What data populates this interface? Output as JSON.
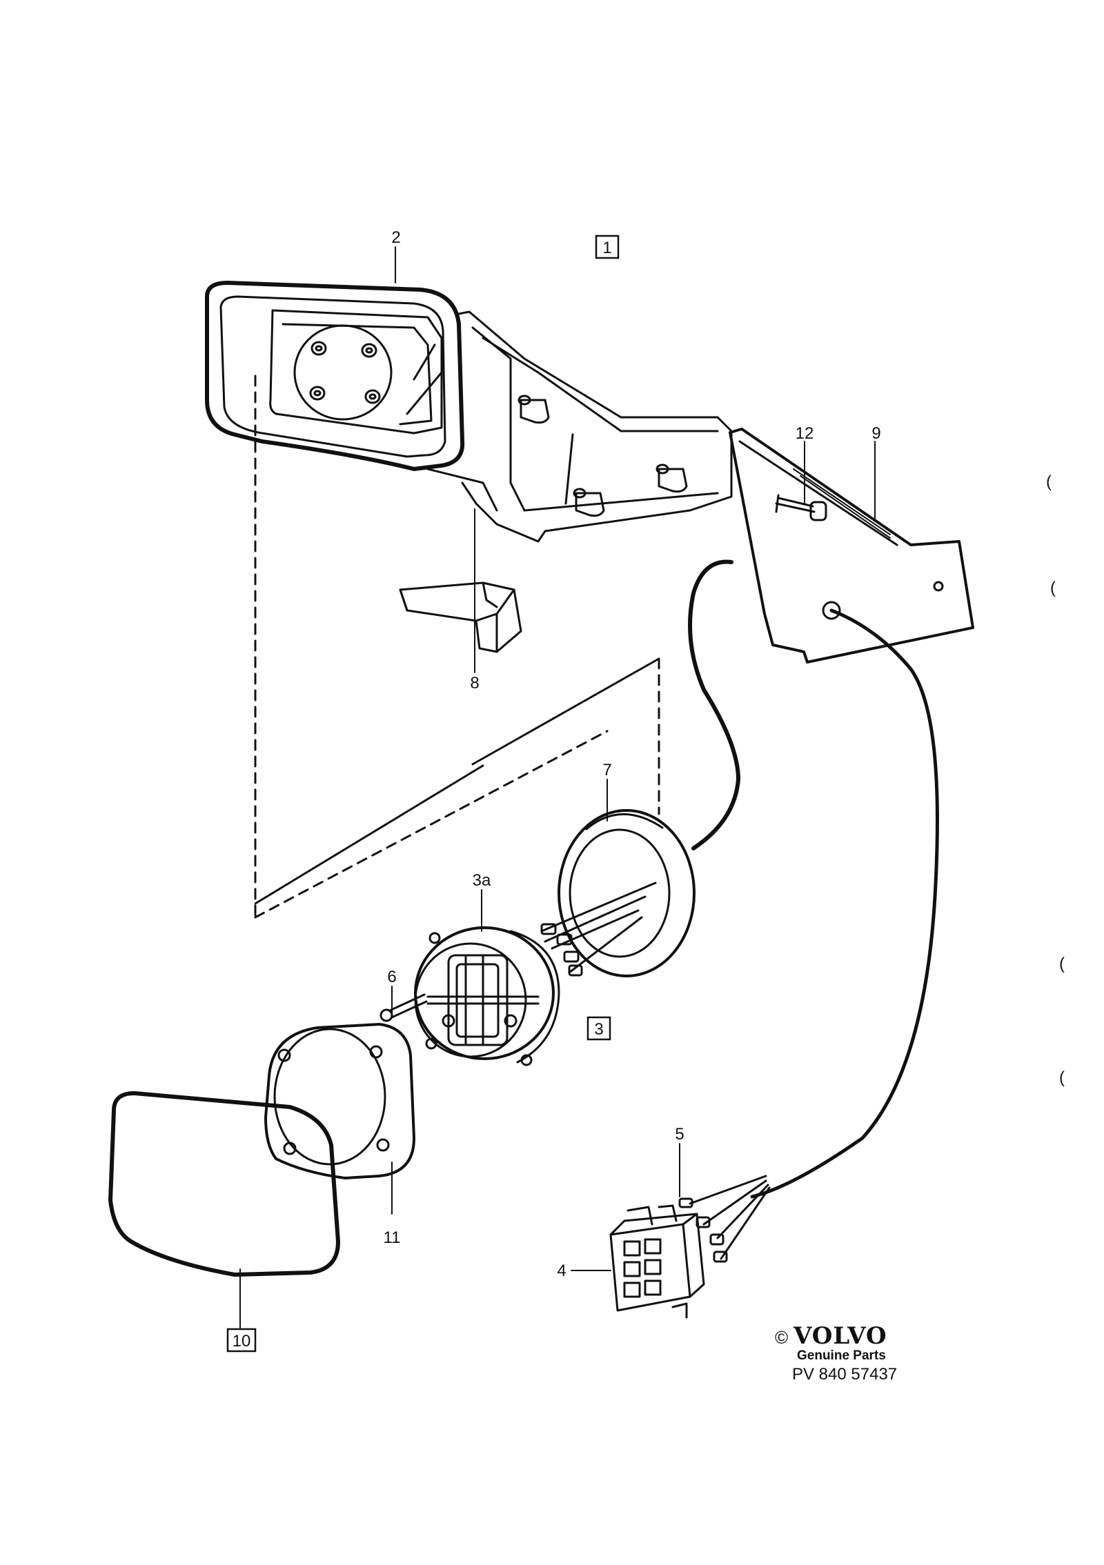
{
  "labels": {
    "l1": "1",
    "l2": "2",
    "l3": "3",
    "l3a": "3a",
    "l4": "4",
    "l5": "5",
    "l6": "6",
    "l7": "7",
    "l8": "8",
    "l9": "9",
    "l10": "10",
    "l11": "11",
    "l12": "12"
  },
  "footer": {
    "copyright": "©",
    "brand": "VOLVO",
    "subtitle": "Genuine Parts",
    "code": "PV 840 57437"
  },
  "margin_marks": [
    "(",
    "(",
    "(",
    "("
  ]
}
